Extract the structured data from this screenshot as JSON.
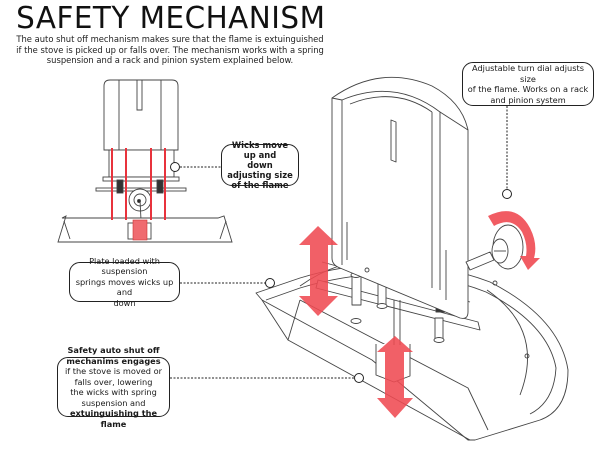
{
  "header": {
    "title": "SAFETY MECHANISM",
    "intro_lines": [
      "The auto shut off mechanism makes sure that the flame is extuinguished",
      "if the stove is picked up or falls over. The mechanism works with a spring",
      "suspension and a rack and pinion system explained below."
    ]
  },
  "callouts": {
    "dial": {
      "lines": [
        "Adjustable turn dial adjusts size",
        "of the flame. Works on a rack",
        "and pinion system"
      ]
    },
    "wicks": {
      "lines": [
        "Wicks move up and",
        "down adjusting size",
        "of  the flame"
      ]
    },
    "plate": {
      "lines": [
        "Plate loaded with suspension",
        "springs moves wicks up and",
        "down"
      ]
    },
    "safety": {
      "heading": "Safety auto shut off mechanims engages",
      "lines": [
        "if the stove is moved or falls over, lowering",
        "the wicks with spring suspension and"
      ],
      "emphasis": "extuinguishing the flame"
    }
  },
  "colors": {
    "accent_red": "#e8333c",
    "arrow_red": "#ef4a52",
    "line": "#333333",
    "text": "#1a1a1a"
  },
  "icons": {
    "motion_arrows": [
      "up-down-arrow-icon",
      "rotate-arrow-icon",
      "up-down-arrow-icon"
    ],
    "callout_anchor": "circle-anchor-icon"
  }
}
